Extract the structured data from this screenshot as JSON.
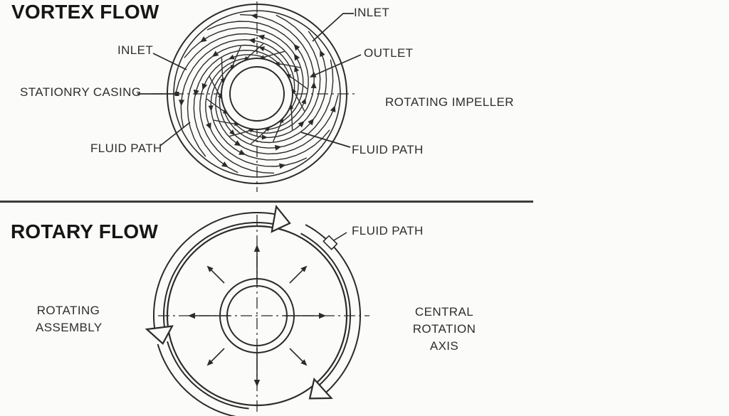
{
  "vortex": {
    "title": "VORTEX FLOW",
    "labels": {
      "inlet_left": "INLET",
      "inlet_top_right": "INLET",
      "outlet": "OUTLET",
      "stationary_casing": "STATIONRY CASING",
      "rotating_impeller": "ROTATING IMPELLER",
      "fluid_path_left": "FLUID PATH",
      "fluid_path_right": "FLUID PATH"
    }
  },
  "rotary": {
    "title": "ROTARY FLOW",
    "labels": {
      "fluid_path": "FLUID PATH",
      "rotating_assembly": [
        "ROTATING",
        "ASSEMBLY"
      ],
      "central_rotation_axis": [
        "CENTRAL ROTATION",
        "AXIS"
      ]
    }
  },
  "colors": {
    "background": "#fbfbfa",
    "line": "#2b2b2b",
    "text": "#2e2e2e",
    "title": "#161616",
    "divider": "#3c3c3c"
  }
}
